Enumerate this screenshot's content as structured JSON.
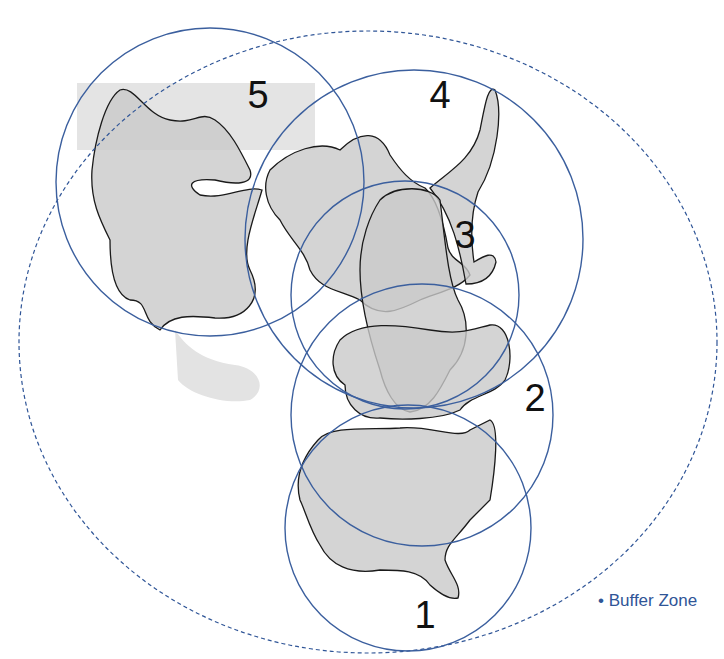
{
  "diagram": {
    "nodes": [
      {
        "text": [
          "• Buffer Zone"
        ]
      },
      {
        "text": [
          "1"
        ],
        "in": 0
      },
      {
        "text": [
          "2"
        ],
        "in": 0
      },
      {
        "text": [
          "3"
        ],
        "in": 0
      },
      {
        "text": [
          "4"
        ],
        "in": 0
      },
      {
        "text": [
          "5"
        ],
        "in": 0
      }
    ]
  }
}
